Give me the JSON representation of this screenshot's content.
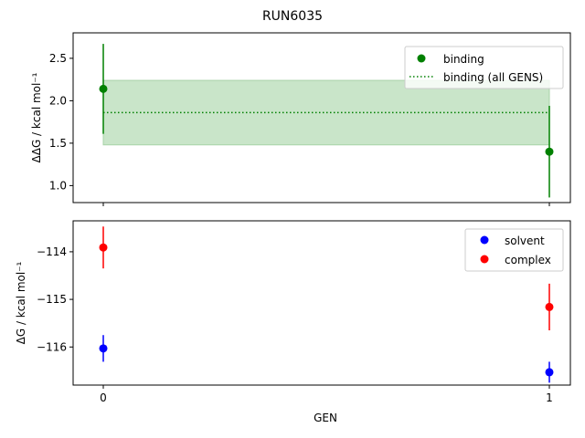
{
  "chart_data": {
    "title": "RUN6035",
    "xlabel": "GEN",
    "x_ticks": [
      0,
      1
    ],
    "panels": [
      {
        "type": "scatter",
        "ylabel": "ΔΔG / kcal mol⁻¹",
        "ylim": [
          0.8,
          2.8
        ],
        "yticks": [
          "1.0",
          "1.5",
          "2.0",
          "2.5"
        ],
        "grid": false,
        "legend_position": "top-right",
        "series": [
          {
            "name": "binding",
            "color": "#008000",
            "x": [
              0,
              1
            ],
            "y": [
              2.14,
              1.4
            ],
            "yerr": [
              0.53,
              0.54
            ]
          }
        ],
        "aggregate": {
          "name": "binding (all GENS)",
          "color": "#008000",
          "value": 1.86,
          "band": [
            1.48,
            2.24
          ],
          "band_color": "#c9e5c9"
        }
      },
      {
        "type": "scatter",
        "ylabel": "ΔG / kcal mol⁻¹",
        "ylim": [
          -116.8,
          -113.35
        ],
        "yticks": [
          "−116",
          "−115",
          "−114"
        ],
        "grid": false,
        "legend_position": "top-right",
        "series": [
          {
            "name": "solvent",
            "color": "#0000ff",
            "x": [
              0,
              1
            ],
            "y": [
              -116.03,
              -116.53
            ],
            "yerr": [
              0.28,
              0.22
            ]
          },
          {
            "name": "complex",
            "color": "#ff0000",
            "x": [
              0,
              1
            ],
            "y": [
              -113.91,
              -115.16
            ],
            "yerr": [
              0.44,
              0.49
            ]
          }
        ]
      }
    ]
  }
}
